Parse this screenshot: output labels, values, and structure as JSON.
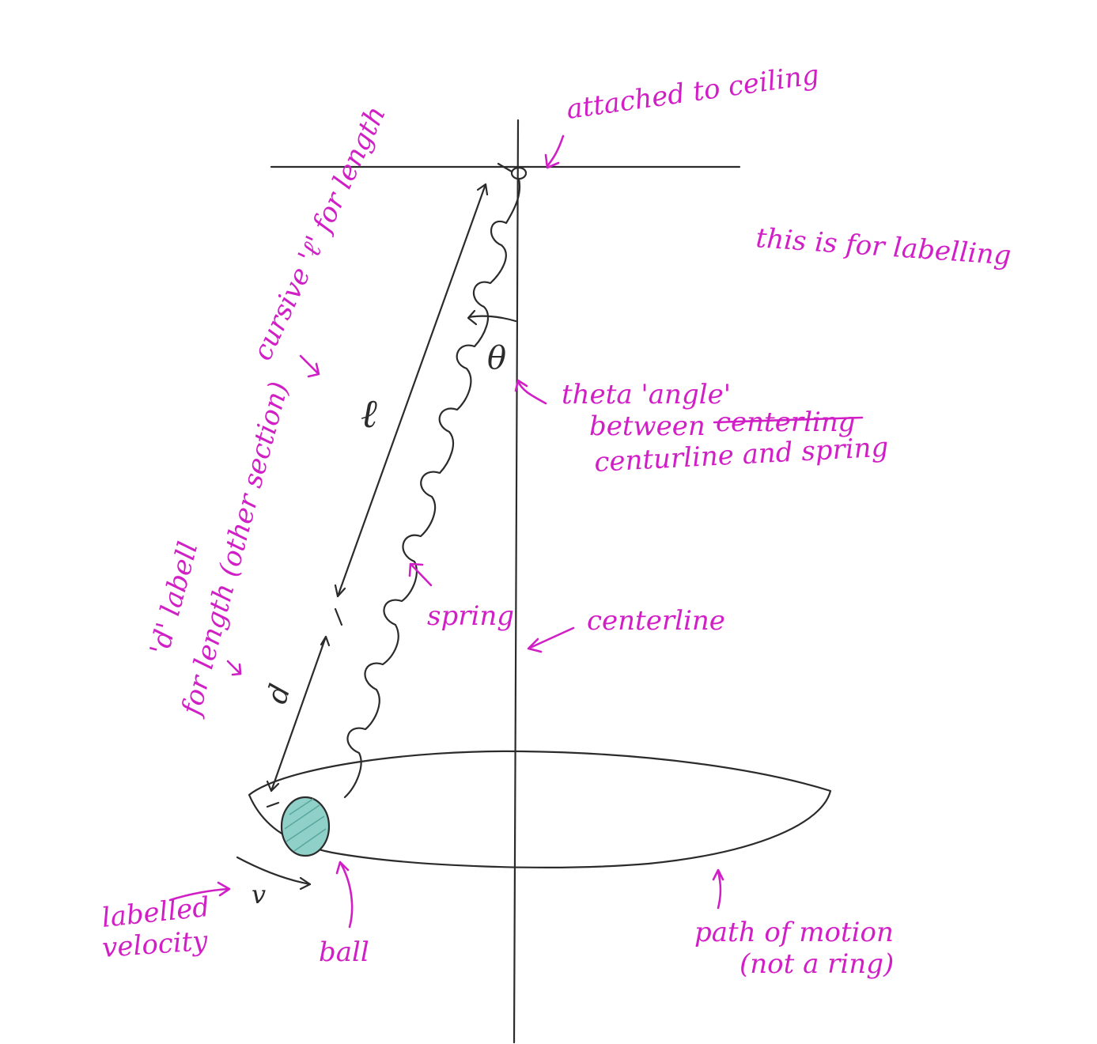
{
  "colors": {
    "ink": "#2b2b2b",
    "annotation": "#d11fc6",
    "ball_fill": "#8fd0c8"
  },
  "labels": {
    "attached": "attached to ceiling",
    "labelling": "this is for labelling",
    "cursive_l": "cursive 'ℓ' for length",
    "theta_line1": "theta 'angle'",
    "theta_line2_prefix": "between",
    "theta_struck": "centerling",
    "theta_line3": "centurline and spring",
    "spring": "spring",
    "centerline": "centerline",
    "d_label_line1": "'d' labell",
    "d_label_line2": "for length (other section)",
    "velocity_line1": "labelled",
    "velocity_line2": "velocity",
    "ball": "ball",
    "path_line1": "path of motion",
    "path_line2": "(not a ring)"
  },
  "symbols": {
    "theta": "θ",
    "length": "ℓ",
    "d": "d",
    "v": "v"
  }
}
